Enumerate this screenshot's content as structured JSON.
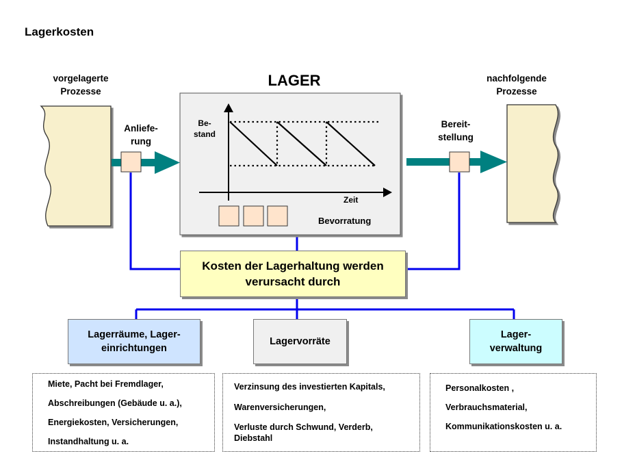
{
  "page_title": "Lagerkosten",
  "left_process": {
    "line1": "vorgelagerte",
    "line2": "Prozesse"
  },
  "right_process": {
    "line1": "nachfolgende",
    "line2": "Prozesse"
  },
  "lager": {
    "title": "LAGER",
    "bestand_line1": "Be-",
    "bestand_line2": "stand",
    "zeit": "Zeit",
    "bevorratung": "Bevorratung"
  },
  "anlieferung": {
    "line1": "Anliefe-",
    "line2": "rung"
  },
  "bereitstellung": {
    "line1": "Bereit-",
    "line2": "stellung"
  },
  "kosten": {
    "line1": "Kosten der Lagerhaltung werden",
    "line2": "verursacht durch"
  },
  "categories": [
    {
      "line1": "Lagerräume, Lager-",
      "line2": "einrichtungen",
      "color": "#cfe4ff"
    },
    {
      "line1": "Lagervorräte",
      "line2": "",
      "color": "#f0f0f0"
    },
    {
      "line1": "Lager-",
      "line2": "verwaltung",
      "color": "#ccfdff"
    }
  ],
  "details": [
    [
      "Miete, Pacht bei Fremdlager,",
      "Abschreibungen (Gebäude u. a.),",
      "Energiekosten, Versicherungen,",
      "Instandhaltung u. a."
    ],
    [
      "Verzinsung des investierten Kapitals,",
      "Warenversicherungen,",
      "Verluste durch Schwund, Verderb, Diebstahl"
    ],
    [
      "Personalkosten ,",
      "Verbrauchsmaterial,",
      "Kommunikationskosten u. a."
    ]
  ],
  "colors": {
    "connector_blue": "#0000ee",
    "arrow_teal": "#008080",
    "process_fill": "#f8f0cc",
    "small_box_fill": "#ffe4cc",
    "lager_fill": "#f0f0f0"
  }
}
